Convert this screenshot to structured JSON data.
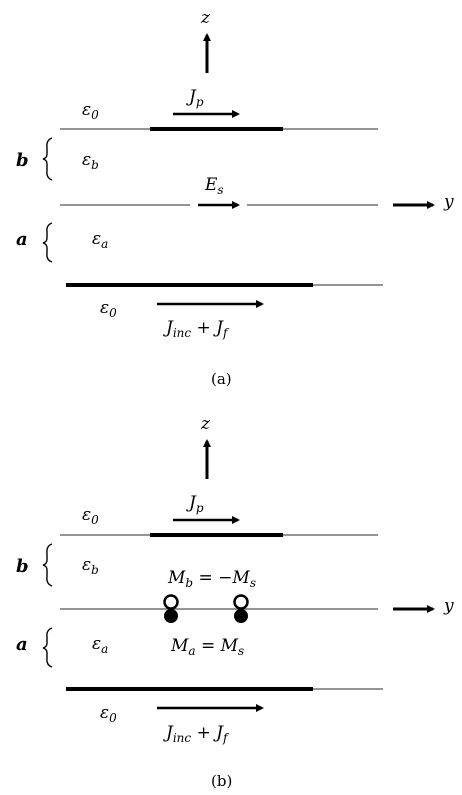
{
  "panel_a": {
    "axis_z": "z",
    "axis_y": "y",
    "eps_top": "ε",
    "eps_top_sub": "0",
    "jp": "J",
    "jp_sub": "p",
    "layer_b": "b",
    "eps_b": "ε",
    "eps_b_sub": "b",
    "es": "E",
    "es_sub": "s",
    "layer_a": "a",
    "eps_a": "ε",
    "eps_a_sub": "a",
    "eps_bot": "ε",
    "eps_bot_sub": "0",
    "j_inc": "J",
    "j_inc_sub": "inc",
    "plus": " + J",
    "j_f_sub": "f",
    "caption": "(a)"
  },
  "panel_b": {
    "axis_z": "z",
    "axis_y": "y",
    "eps_top": "ε",
    "eps_top_sub": "0",
    "jp": "J",
    "jp_sub": "p",
    "layer_b": "b",
    "eps_b": "ε",
    "eps_b_sub": "b",
    "mb": "M",
    "mb_sub": "b",
    "mb_eq": " = −M",
    "mb_rhs_sub": "s",
    "layer_a": "a",
    "eps_a": "ε",
    "eps_a_sub": "a",
    "ma": "M",
    "ma_sub": "a",
    "ma_eq": " = M",
    "ma_rhs_sub": "s",
    "eps_bot": "ε",
    "eps_bot_sub": "0",
    "j_inc": "J",
    "j_inc_sub": "inc",
    "plus": " + J",
    "j_f_sub": "f",
    "caption": "(b)"
  }
}
